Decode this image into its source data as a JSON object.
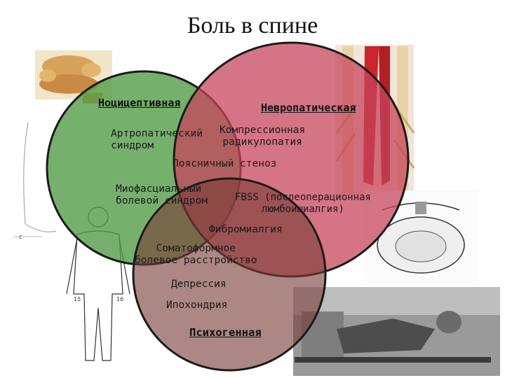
{
  "slide": {
    "title": "Боль в спине"
  },
  "circles": {
    "nociceptive": {
      "title": "Ноцицептивная",
      "color": "#4f9a44"
    },
    "neuropathic": {
      "title": "Невропатическая",
      "color": "#c6435a"
    },
    "psychogenic": {
      "title": "Психогенная",
      "color": "#7b3d37"
    }
  },
  "items": {
    "arthropathic": "Артропатический\nсиндром",
    "compression": "Компрессионная\nрадикулопатия",
    "lumbar_stenosis": "Поясничный стеноз",
    "myofascial": "Миофасциальный\nболевой синдром",
    "fbss": "FBSS (послеоперационная\nлюмбоишиалгия)",
    "fibromyalgia": "Фибромиалгия",
    "somatoform": "Соматоформное\nболевое расстройство",
    "depression": "Депрессия",
    "hypochondria": "Ипохондрия"
  }
}
